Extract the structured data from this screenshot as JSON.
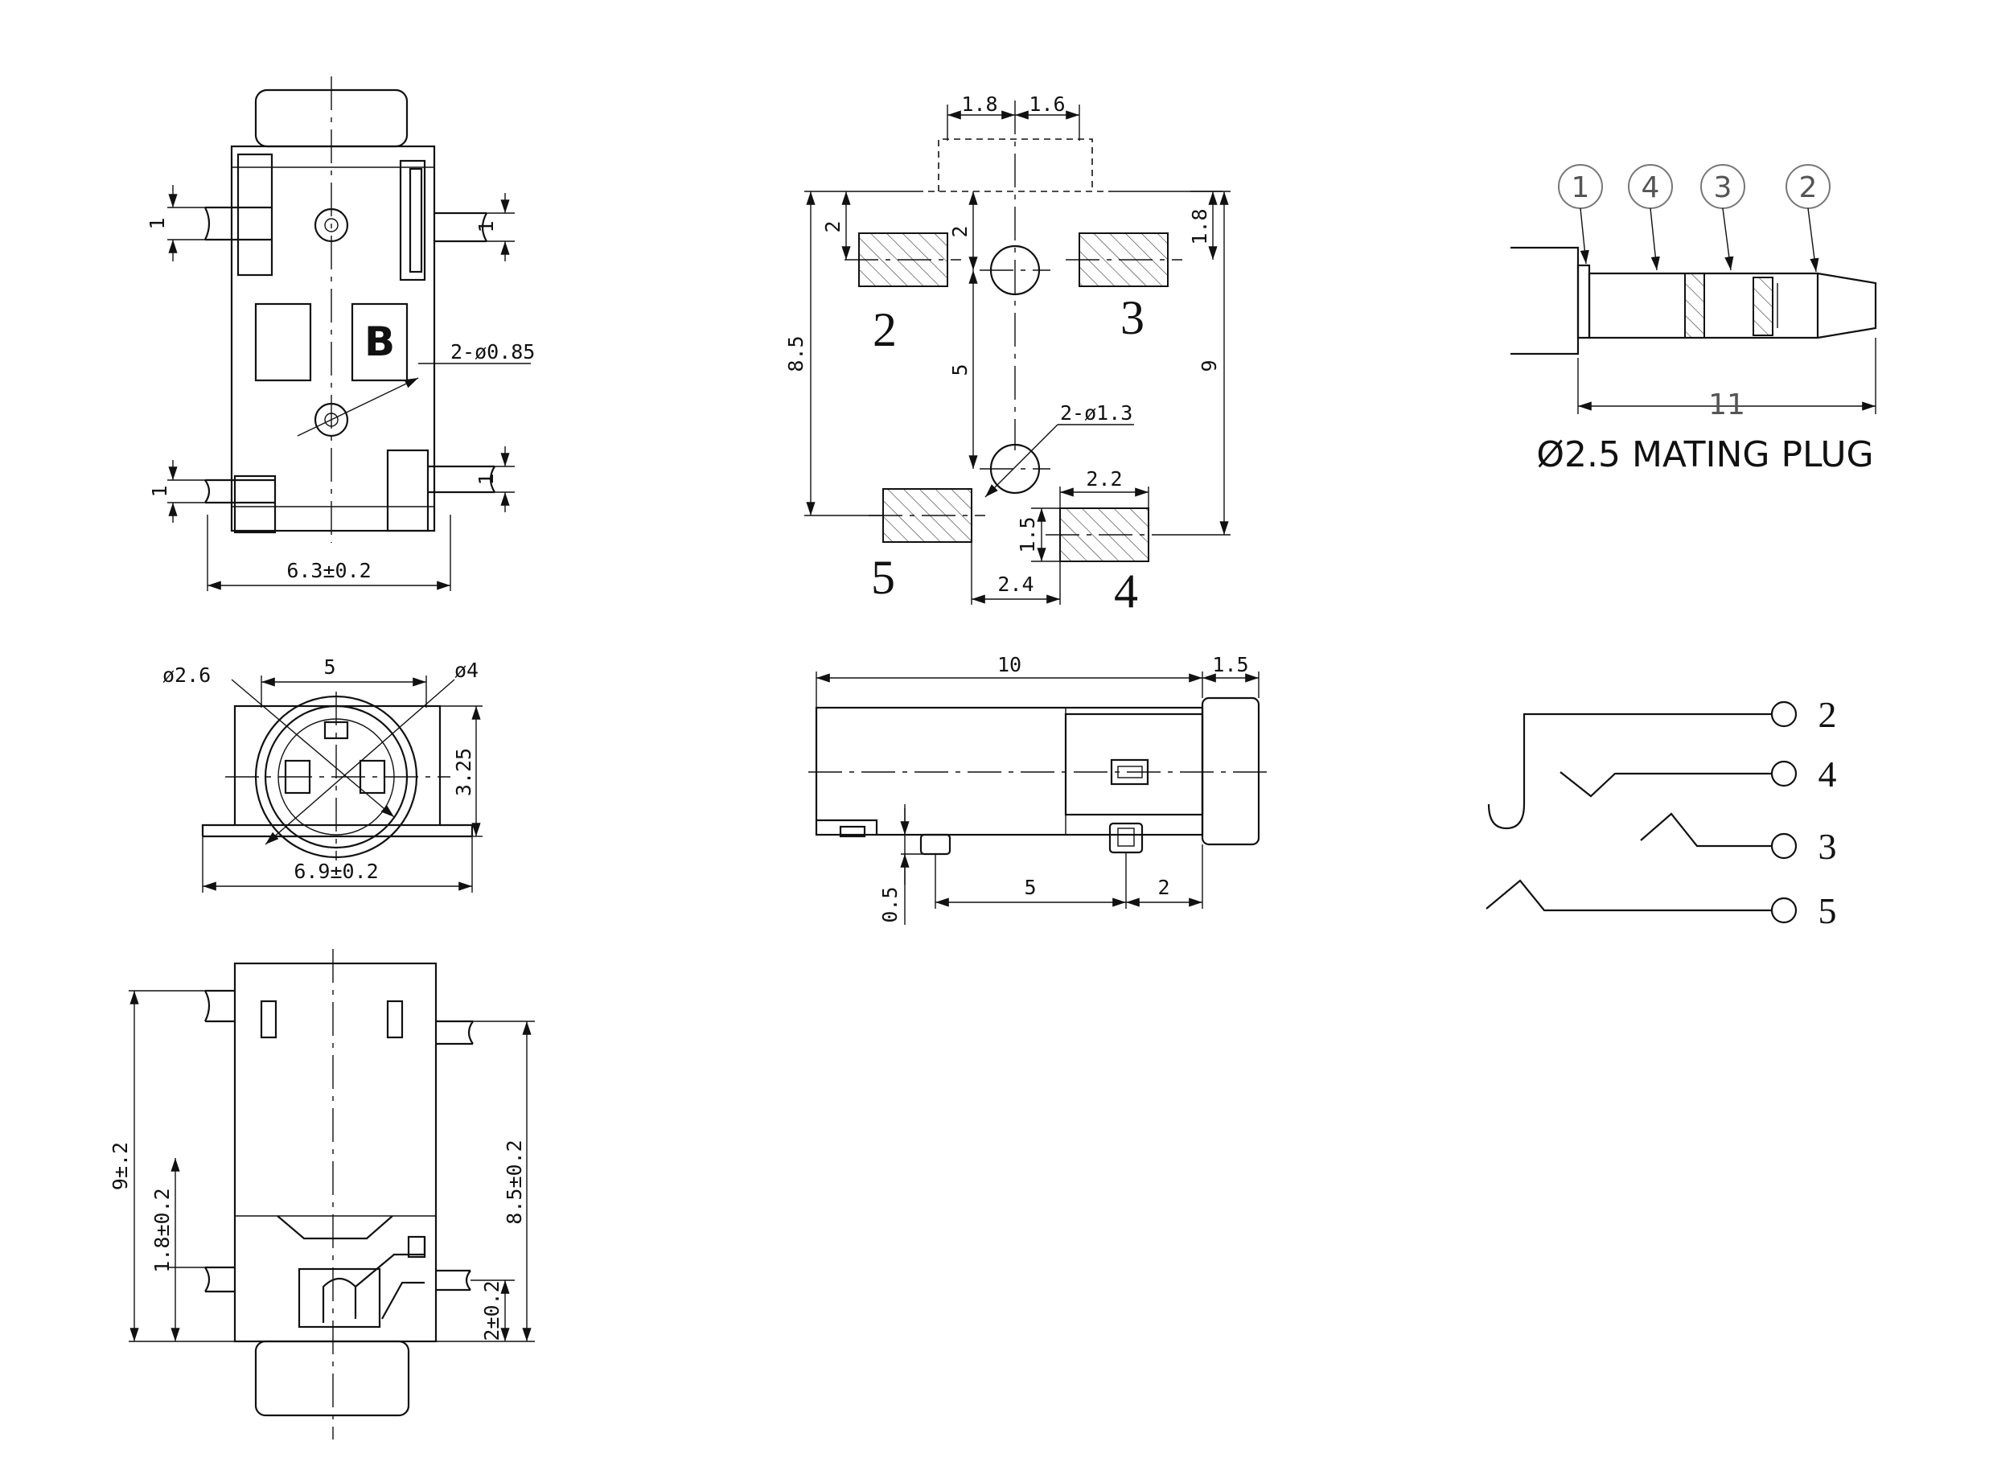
{
  "views": {
    "top_view": {
      "marking": "B",
      "dims": {
        "lead_left_upper": "1",
        "lead_right_upper": "1",
        "lead_left_lower": "1",
        "lead_right_lower": "1",
        "holes": "2-ø0.85",
        "width": "6.3±0.2"
      }
    },
    "front_view": {
      "dims": {
        "inner_dia": "ø2.6",
        "top_span": "5",
        "outer_dia": "ø4",
        "height": "3.25",
        "width": "6.9±0.2"
      }
    },
    "bottom_view": {
      "dims": {
        "overall_len": "9±.2",
        "rear_offset": "1.8±0.2",
        "span_right": "8.5±0.2",
        "front_offset": "2±0.2"
      }
    },
    "pcb_layout": {
      "pads": [
        "2",
        "3",
        "5",
        "4"
      ],
      "dims": {
        "top_left": "1.8",
        "top_right": "1.6",
        "pad2_offset": "2",
        "center_offset": "2",
        "pad3_offset": "1.8",
        "height_left": "8.5",
        "hole_spacing": "5",
        "height_right": "9",
        "holes": "2-ø1.3",
        "pad4_width": "2.2",
        "pad4_height": "1.5",
        "pad_spacing": "2.4"
      }
    },
    "side_view": {
      "dims": {
        "length": "10",
        "flange": "1.5",
        "standoff": "0.5",
        "peg_spacing": "5",
        "peg_offset": "2"
      }
    },
    "mating_plug": {
      "caption": "Ø2.5 MATING PLUG",
      "balloons": [
        "1",
        "4",
        "3",
        "2"
      ],
      "dims": {
        "length": "11"
      }
    },
    "schematic": {
      "terminals": [
        "2",
        "4",
        "3",
        "5"
      ]
    }
  }
}
